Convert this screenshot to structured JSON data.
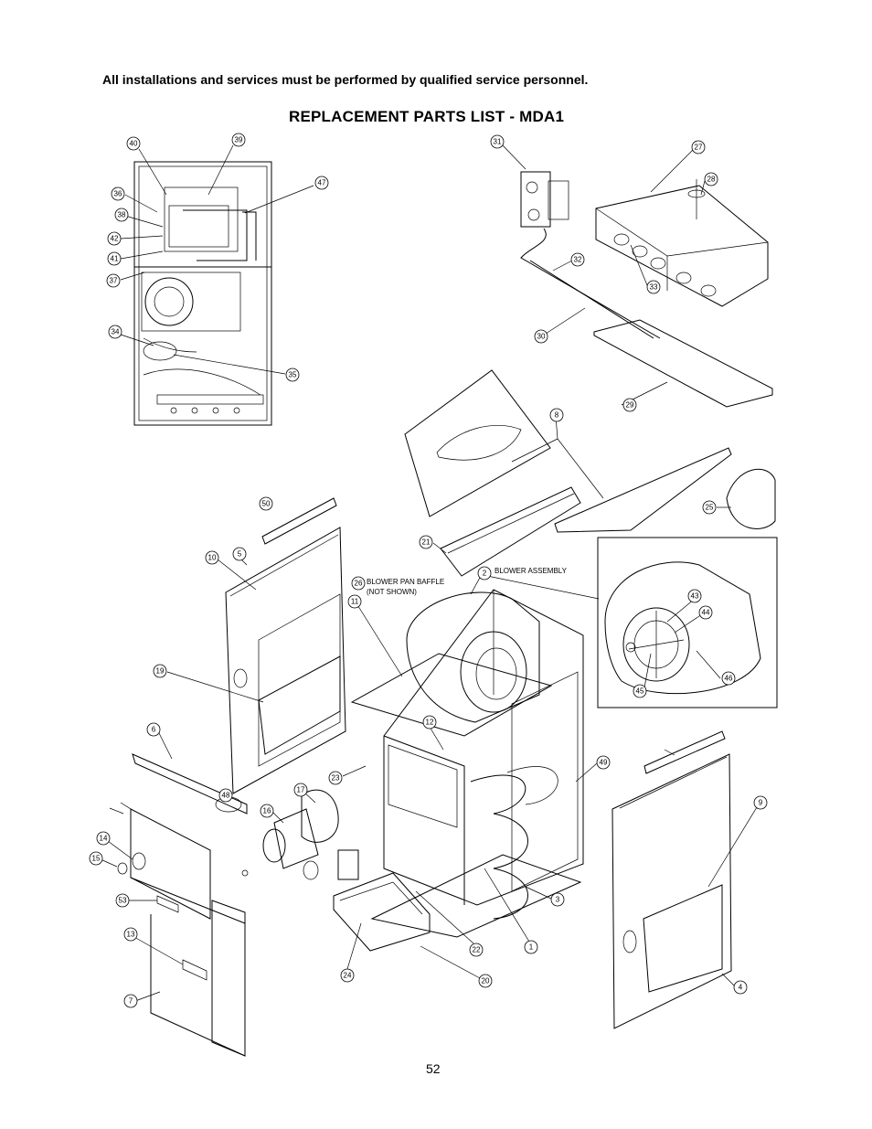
{
  "header": {
    "notice": "All installations and services must be performed by qualified service personnel.",
    "title": "REPLACEMENT PARTS LIST - MDA1"
  },
  "diagram": {
    "labels": {
      "blower_pan_baffle_line1": "BLOWER PAN BAFFLE",
      "blower_pan_baffle_line2": "(NOT SHOWN)",
      "blower_assembly": "BLOWER ASSEMBLY"
    },
    "callouts": [
      "40",
      "39",
      "36",
      "38",
      "42",
      "41",
      "37",
      "47",
      "34",
      "35",
      "31",
      "27",
      "28",
      "32",
      "33",
      "30",
      "29",
      "8",
      "25",
      "21",
      "2",
      "26",
      "11",
      "43",
      "44",
      "45",
      "46",
      "50",
      "10",
      "5",
      "19",
      "6",
      "12",
      "23",
      "49",
      "17",
      "16",
      "48",
      "14",
      "15",
      "53",
      "13",
      "7",
      "24",
      "20",
      "22",
      "1",
      "3",
      "9",
      "4"
    ]
  },
  "footer": {
    "page_number": "52"
  }
}
